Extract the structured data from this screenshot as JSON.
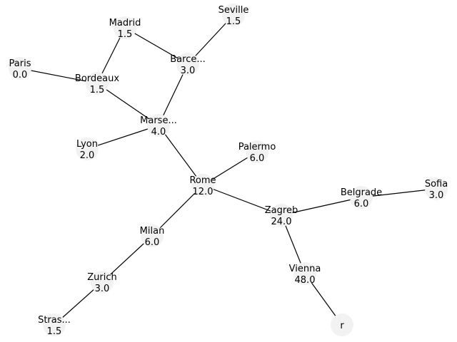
{
  "graph": {
    "node_fill": "#f2f2f2",
    "edge_color": "#000000",
    "nodes": [
      {
        "id": "paris",
        "name": "Paris",
        "value": "0.0"
      },
      {
        "id": "bordeaux",
        "name": "Bordeaux",
        "value": "1.5"
      },
      {
        "id": "madrid",
        "name": "Madrid",
        "value": "1.5"
      },
      {
        "id": "seville",
        "name": "Seville",
        "value": "1.5"
      },
      {
        "id": "barcelona",
        "name": "Barce...",
        "value": "3.0"
      },
      {
        "id": "marseille",
        "name": "Marse...",
        "value": "4.0"
      },
      {
        "id": "lyon",
        "name": "Lyon",
        "value": "2.0"
      },
      {
        "id": "palermo",
        "name": "Palermo",
        "value": "6.0"
      },
      {
        "id": "rome",
        "name": "Rome",
        "value": "12.0"
      },
      {
        "id": "milan",
        "name": "Milan",
        "value": "6.0"
      },
      {
        "id": "zurich",
        "name": "Zurich",
        "value": "3.0"
      },
      {
        "id": "strasbourg",
        "name": "Stras...",
        "value": "1.5"
      },
      {
        "id": "zagreb",
        "name": "Zagreb",
        "value": "24.0"
      },
      {
        "id": "belgrade",
        "name": "Belgrade",
        "value": "6.0"
      },
      {
        "id": "sofia",
        "name": "Sofia",
        "value": "3.0"
      },
      {
        "id": "vienna",
        "name": "Vienna",
        "value": "48.0"
      },
      {
        "id": "r",
        "name": "r",
        "value": ""
      }
    ],
    "edges": [
      [
        "paris",
        "bordeaux"
      ],
      [
        "bordeaux",
        "madrid"
      ],
      [
        "bordeaux",
        "marseille"
      ],
      [
        "madrid",
        "barcelona"
      ],
      [
        "seville",
        "barcelona"
      ],
      [
        "barcelona",
        "marseille"
      ],
      [
        "lyon",
        "marseille"
      ],
      [
        "marseille",
        "rome"
      ],
      [
        "palermo",
        "rome"
      ],
      [
        "rome",
        "milan"
      ],
      [
        "milan",
        "zurich"
      ],
      [
        "zurich",
        "strasbourg"
      ],
      [
        "rome",
        "zagreb"
      ],
      [
        "zagreb",
        "belgrade"
      ],
      [
        "belgrade",
        "sofia"
      ],
      [
        "zagreb",
        "vienna"
      ],
      [
        "vienna",
        "r"
      ]
    ]
  }
}
